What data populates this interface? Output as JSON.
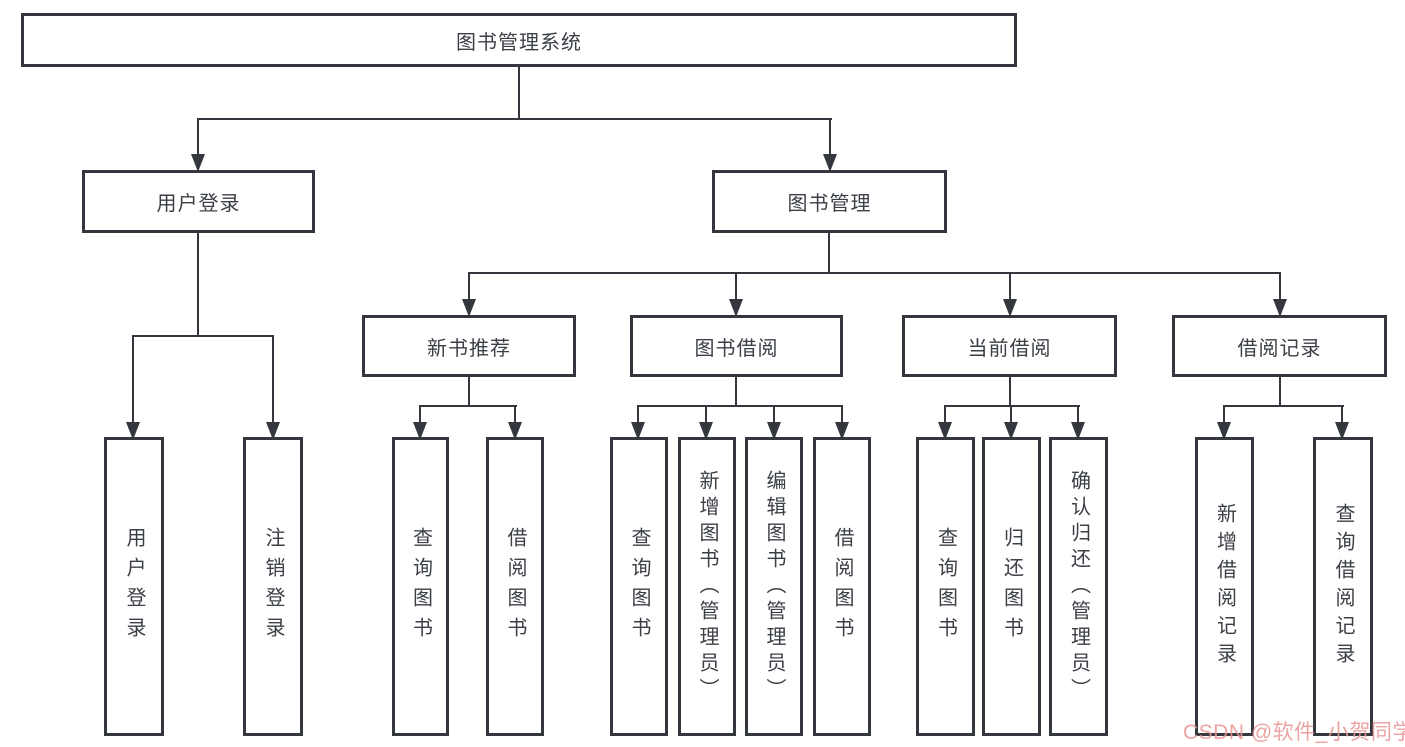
{
  "diagram": {
    "colors": {
      "line": "#34383e",
      "text": "#3b3f46",
      "background": "#ffffff",
      "watermark": "#e89696"
    },
    "nodes": {
      "root": {
        "label": "图书管理系统"
      },
      "user_login": {
        "label": "用户登录",
        "children": {
          "login": {
            "label": "用户登录"
          },
          "logout": {
            "label": "注销登录"
          }
        }
      },
      "book_mgmt": {
        "label": "图书管理",
        "children": {
          "new_book_rec": {
            "label": "新书推荐",
            "children": {
              "query": {
                "label": "查询图书"
              },
              "borrow": {
                "label": "借阅图书"
              }
            }
          },
          "book_borrow": {
            "label": "图书借阅",
            "children": {
              "query": {
                "label": "查询图书"
              },
              "add": {
                "label": "新增图书（管理员）"
              },
              "edit": {
                "label": "编辑图书（管理员）"
              },
              "borrow": {
                "label": "借阅图书"
              }
            }
          },
          "current_borrow": {
            "label": "当前借阅",
            "children": {
              "query": {
                "label": "查询图书"
              },
              "return": {
                "label": "归还图书"
              },
              "confirm": {
                "label": "确认归还（管理员）"
              }
            }
          },
          "borrow_records": {
            "label": "借阅记录",
            "children": {
              "add": {
                "label": "新增借阅记录"
              },
              "query": {
                "label": "查询借阅记录"
              }
            }
          }
        }
      }
    },
    "watermark": {
      "text": "CSDN @软件_小贺同学"
    }
  }
}
